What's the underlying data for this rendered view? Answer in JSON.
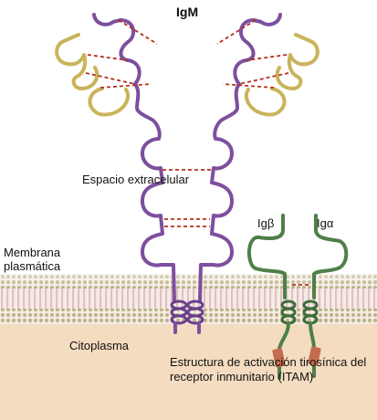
{
  "labels": {
    "igm": "IgM",
    "extracellular_space": "Espacio extracelular",
    "plasma_membrane": "Membrana plasmática",
    "ig_beta": "Igβ",
    "ig_alpha": "Igα",
    "cytoplasm": "Citoplasma",
    "itam": "Estructura de activación tirosínica del receptor inmunitario (ITAM)"
  },
  "colors": {
    "heavy_chain": "#7d4f9e",
    "light_chain": "#c9b45c",
    "ig_alpha_beta": "#4f7f4a",
    "itam_segment": "#c56b4e",
    "disulfide_bond": "#b5301f",
    "membrane_head": "#c8c29a",
    "membrane_tail": "#e6c7cd",
    "cytoplasm": "#f4dcc0"
  }
}
